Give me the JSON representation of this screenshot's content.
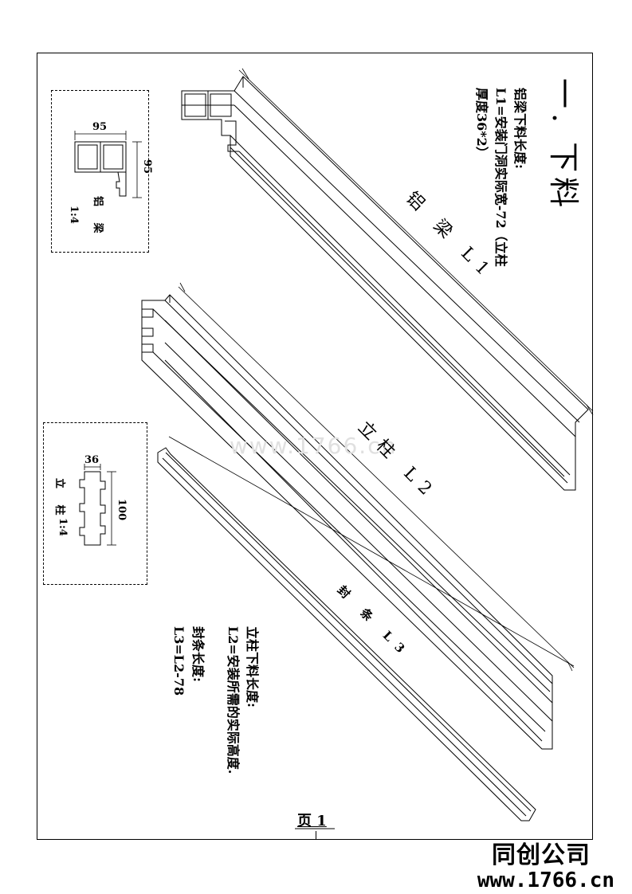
{
  "section_title": "一. 下料",
  "beam": {
    "label": "铝 梁 L1",
    "note_title": "铝梁下料长度:",
    "note_formula": "L1=安装门洞实际宽-72（立柱",
    "note_formula2": "厚度36*2）",
    "detail_label": "铝 梁",
    "detail_scale": "1:4",
    "dim_width": "95",
    "dim_height": "95"
  },
  "post": {
    "label": "立柱 L2",
    "note_title": "立柱下料长度:",
    "note_formula": "L2=安装所需的实际高度.",
    "detail_label": "立 柱",
    "detail_scale": "1:4",
    "dim_width": "36",
    "dim_height": "100"
  },
  "strip": {
    "label": "封 条 L3",
    "note_title": "封条长度:",
    "note_formula": "L3=L2-78"
  },
  "page_label": "页 1",
  "watermark": "www.1766.cn",
  "brand_name": "同创公司",
  "brand_site": "www.1766.cn"
}
